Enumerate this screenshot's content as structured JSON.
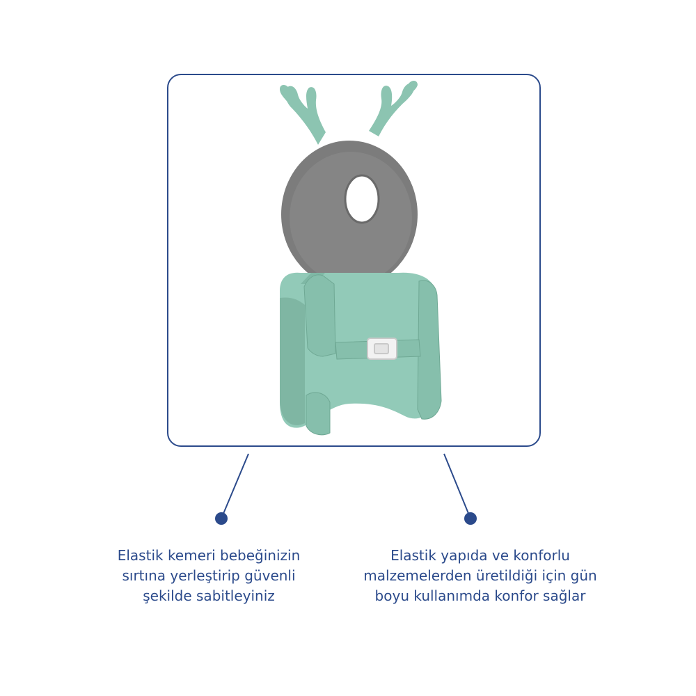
{
  "captions": {
    "left": "Elastik kemeri bebeğinizin\nsırtına yerleştirip güvenli\nşekilde sabitleyiniz",
    "right": "Elastik yapıda ve konforlu\nmalzemelerden üretildiği için gün\nboyu kullanımda konfor sağlar"
  },
  "colors": {
    "accent": "#2b4a8b",
    "pillow_mint": "#8fc7b5",
    "pillow_grey": "#7a7a7a"
  },
  "product": {
    "image": "baby-head-protector-pillow-with-antlers"
  }
}
